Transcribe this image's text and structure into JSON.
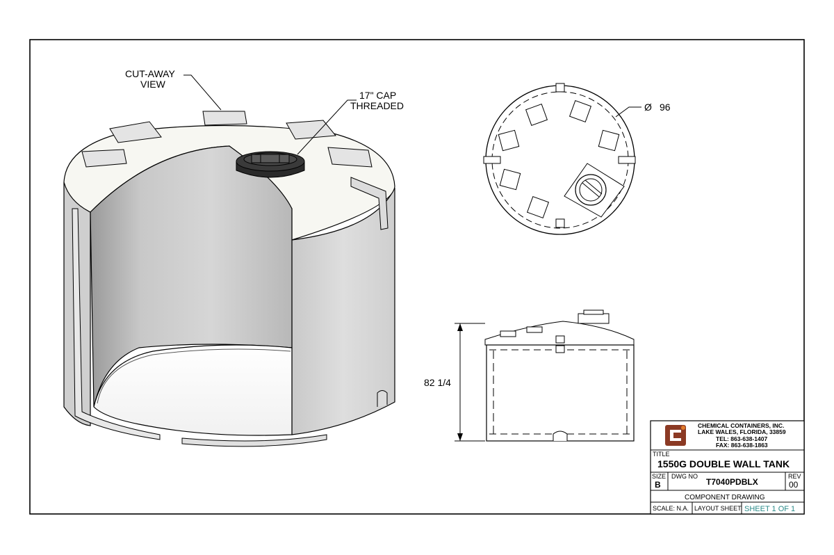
{
  "callouts": {
    "cutaway_line1": "CUT-AWAY",
    "cutaway_line2": "VIEW",
    "cap_line1": "17\" CAP",
    "cap_line2": "THREADED",
    "diameter_symbol": "Ø",
    "diameter_value": "96",
    "height_value": "82 1/4"
  },
  "title_block": {
    "company_name": "CHEMICAL CONTAINERS, INC.",
    "company_city": "LAKE WALES, FLORIDA, 33859",
    "company_tel": "TEL: 863-638-1407",
    "company_fax": "FAX: 863-638-1863",
    "title_label": "TITLE",
    "title": "1550G DOUBLE WALL TANK",
    "size_label": "SIZE",
    "size_value": "B",
    "dwg_no_label": "DWG NO",
    "dwg_no_value": "T7040PDBLX",
    "rev_label": "REV",
    "rev_value": "00",
    "component_label": "COMPONENT DRAWING",
    "scale_label": "SCALE: N.A.",
    "layout_label": "LAYOUT SHEET",
    "sheet_label": "SHEET 1 OF 1"
  },
  "colors": {
    "logo_brown": "#8b3a24",
    "sheet_teal": "#2a8a88"
  }
}
